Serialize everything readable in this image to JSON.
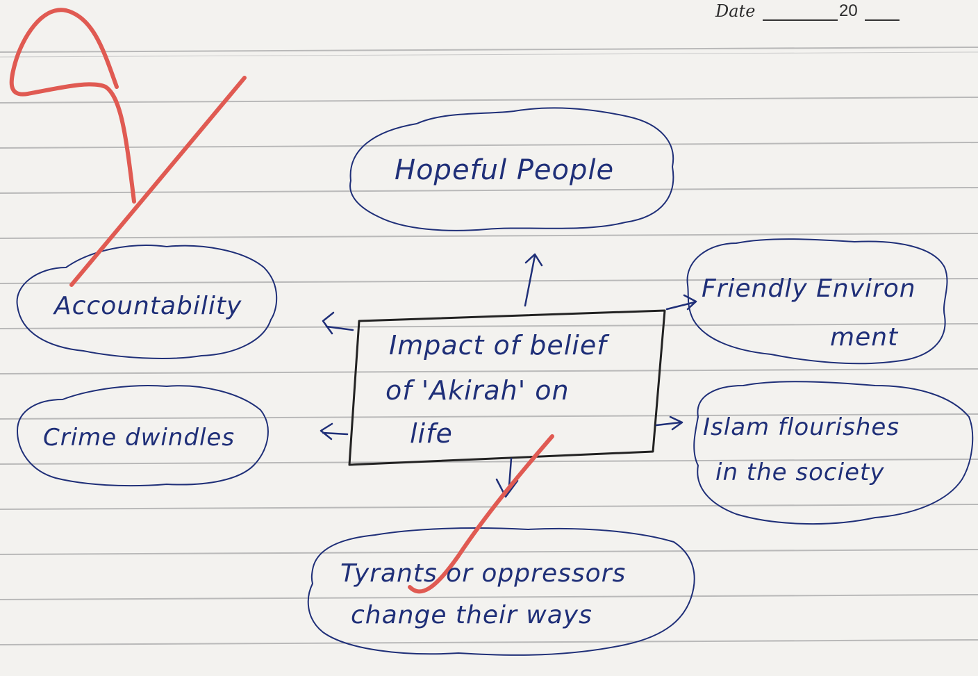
{
  "header": {
    "date_label": "Date",
    "year_label": "20"
  },
  "diagram": {
    "center": {
      "line1": "Impact of belief",
      "line2": "of 'Akirah' on",
      "line3": "life"
    },
    "nodes": {
      "hopeful": "Hopeful People",
      "accountability": "Accountability",
      "crime": "Crime dwindles",
      "friendly_line1": "Friendly Environ",
      "friendly_line2": "ment",
      "islam_line1": "Islam flourishes",
      "islam_line2": "in the society",
      "tyrants_line1": "Tyrants or oppressors",
      "tyrants_line2": "change their ways"
    }
  },
  "colors": {
    "ink": "#1f2f78",
    "box": "#222222",
    "marker": "#e05a52",
    "paper": "#f3f2ef",
    "rule": "#b9b9b9"
  }
}
